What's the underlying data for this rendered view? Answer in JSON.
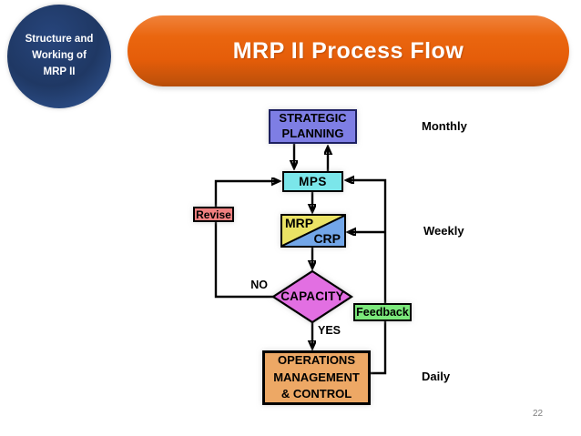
{
  "badge": {
    "line1": "Structure and",
    "line2": "Working of",
    "line3": "MRP II",
    "bg": "#1F3864"
  },
  "banner": {
    "title": "MRP II Process Flow",
    "bg": "#E8610D"
  },
  "flow": {
    "strategic_planning": {
      "line1": "STRATEGIC",
      "line2": "PLANNING",
      "fill": "#7e7ee4"
    },
    "mps": {
      "label": "MPS",
      "fill": "#7be6ea"
    },
    "mrp_crp": {
      "top_label": "MRP",
      "bottom_label": "CRP",
      "top_fill": "#ebe365",
      "bottom_fill": "#72a6e8"
    },
    "capacity": {
      "label": "CAPACITY",
      "fill": "#e26fe2"
    },
    "operations": {
      "line1": "OPERATIONS",
      "line2": "MANAGEMENT",
      "line3": "& CONTROL",
      "fill": "#eda865"
    },
    "revise": {
      "label": "Revise",
      "fill": "#f08080"
    },
    "feedback": {
      "label": "Feedback",
      "fill": "#7be87b"
    },
    "no_label": "NO",
    "yes_label": "YES"
  },
  "time_labels": {
    "monthly": "Monthly",
    "weekly": "Weekly",
    "daily": "Daily"
  },
  "page": {
    "number": "22"
  }
}
